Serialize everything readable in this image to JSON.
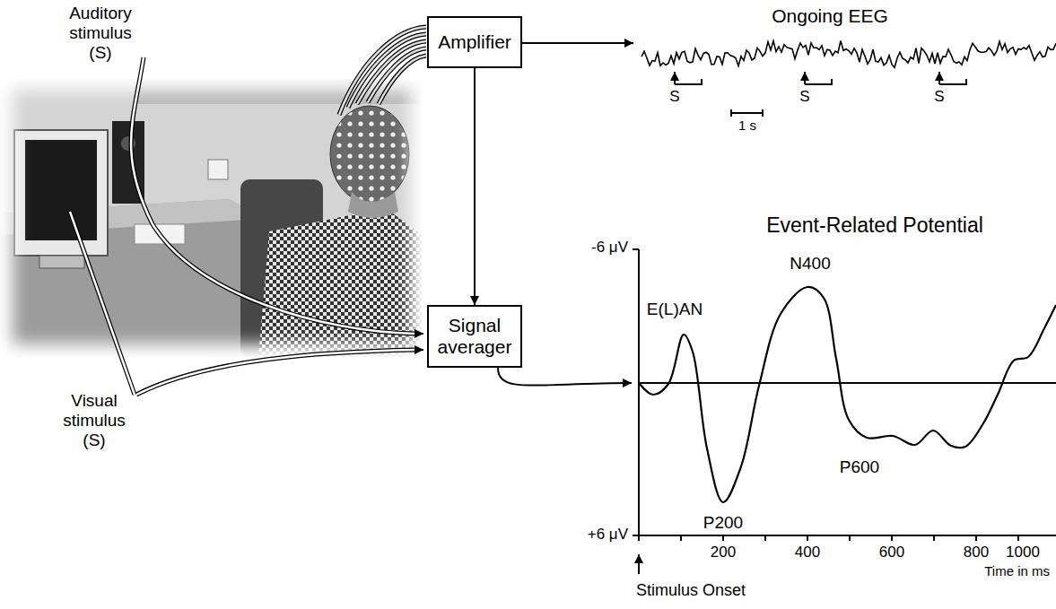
{
  "diagram": {
    "nodes": [
      {
        "text": [
          "Amplifier"
        ]
      },
      {
        "text": [
          "Signal averager"
        ]
      }
    ],
    "edges": [
      {
        "from": 0,
        "to": 1,
        "arrow": "to"
      }
    ],
    "labels": [
      "Auditory stimulus (S)",
      "Visual stimulus (S)",
      "Ongoing EEG",
      "S",
      "1 s",
      "S",
      "S",
      "Event-Related Potential",
      "-6 μV",
      "E(L)AN",
      "N400",
      "P200",
      "P600",
      "+6 μV",
      "200",
      "400",
      "600",
      "800",
      "1000",
      "Time in ms",
      "Stimulus Onset"
    ]
  }
}
